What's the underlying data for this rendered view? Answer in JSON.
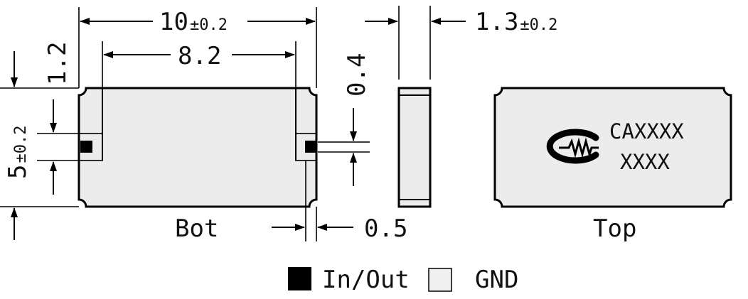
{
  "dimensions": {
    "length": {
      "main": "10",
      "tol": "±0.2"
    },
    "inner_length": "8.2",
    "thickness": {
      "main": "1.3",
      "tol": "±0.2"
    },
    "lead_thickness": "0.4",
    "end_pad": "1.2",
    "width": {
      "main": "5",
      "tol": "±0.2"
    },
    "pad_gap": "0.5"
  },
  "views": {
    "bottom_label": "Bot",
    "top_label": "Top"
  },
  "marking": {
    "line1": "CAXXXX",
    "line2": "XXXX"
  },
  "legend": {
    "inout_label": "In/Out",
    "gnd_label": "GND"
  },
  "colors": {
    "ink": "#000000",
    "body_fill": "#ececec",
    "pad_fill": "#000000",
    "gnd_swatch": "#f0f0f0"
  }
}
